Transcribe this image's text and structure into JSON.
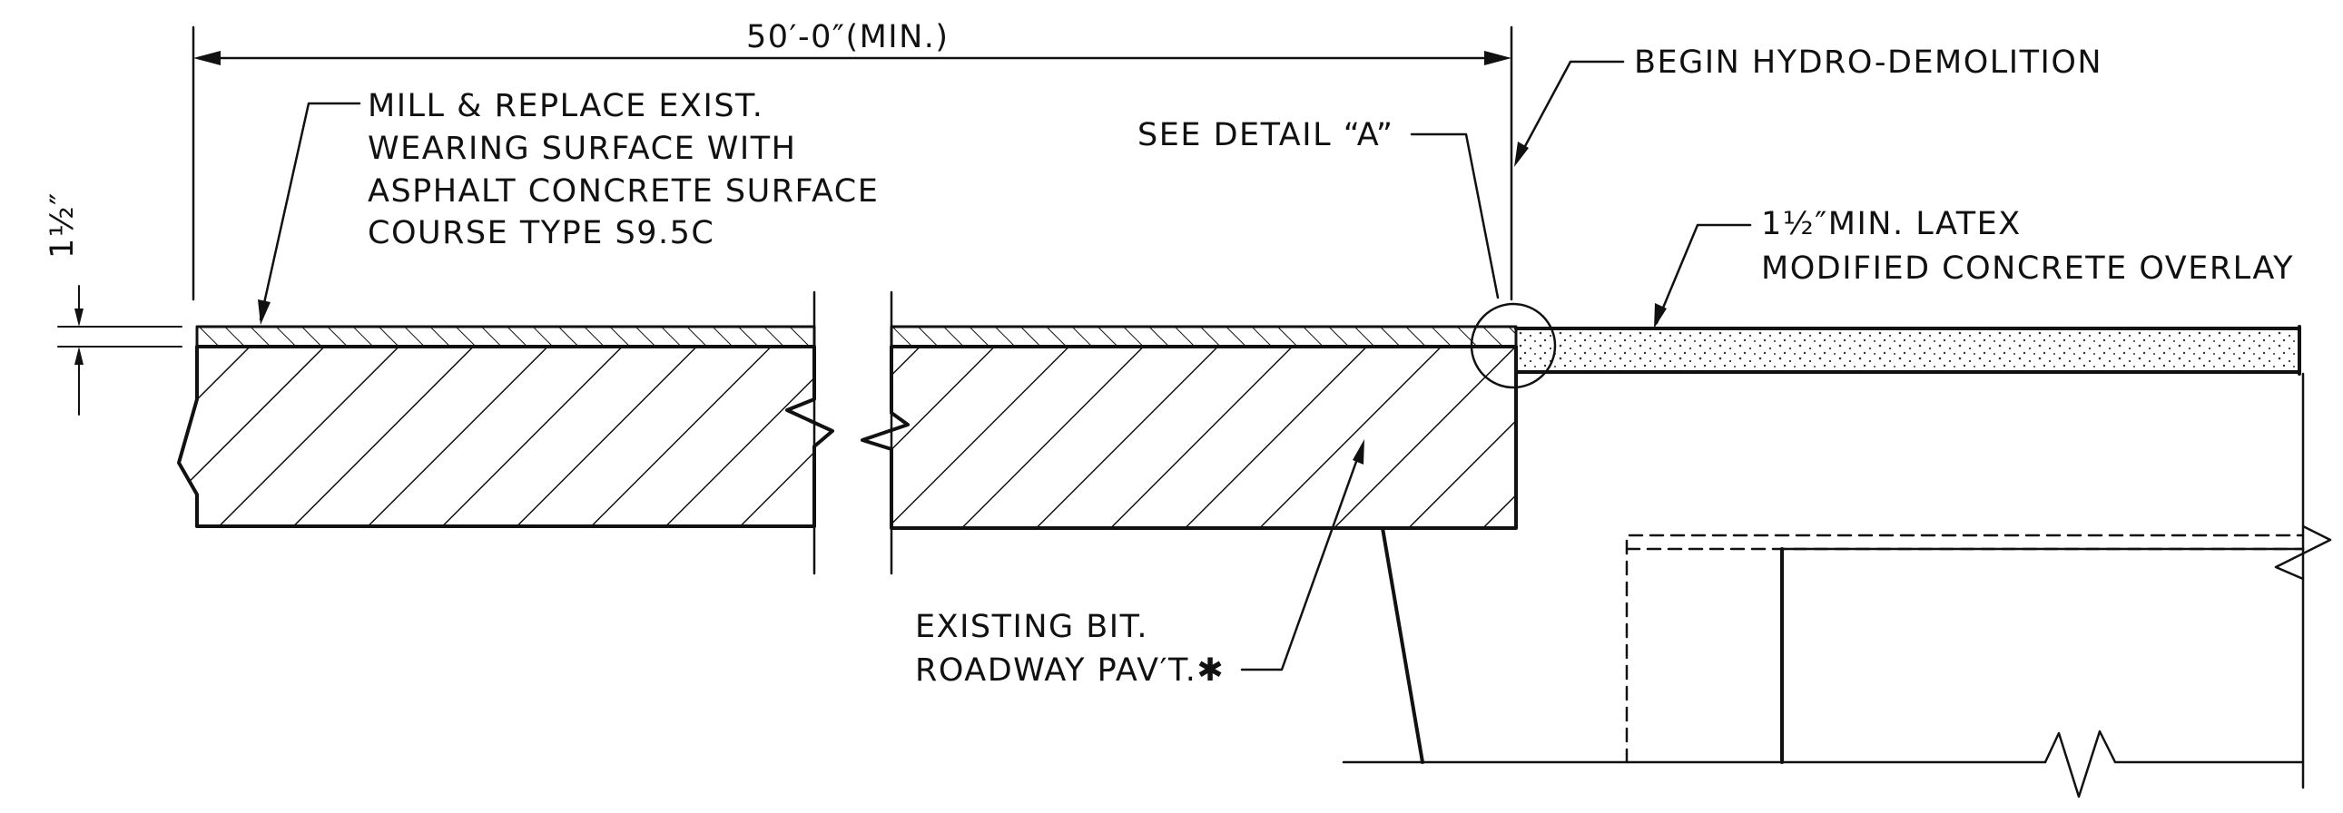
{
  "labels": {
    "overall_dim": "50′-0″(MIN.)",
    "mill_note": [
      "MILL & REPLACE EXIST.",
      "WEARING SURFACE WITH",
      "ASPHALT CONCRETE SURFACE",
      "COURSE TYPE S9.5C"
    ],
    "see_detail": "SEE DETAIL “A”",
    "begin_hydro": "BEGIN HYDRO-DEMOLITION",
    "overlay_note": [
      "1½″MIN. LATEX",
      "MODIFIED CONCRETE OVERLAY"
    ],
    "pavement_note": [
      "EXISTING BIT.",
      "ROADWAY PAV′T.✱"
    ],
    "thickness_dim": "1½″"
  },
  "colors": {
    "line": "#111111",
    "background": "#ffffff"
  }
}
